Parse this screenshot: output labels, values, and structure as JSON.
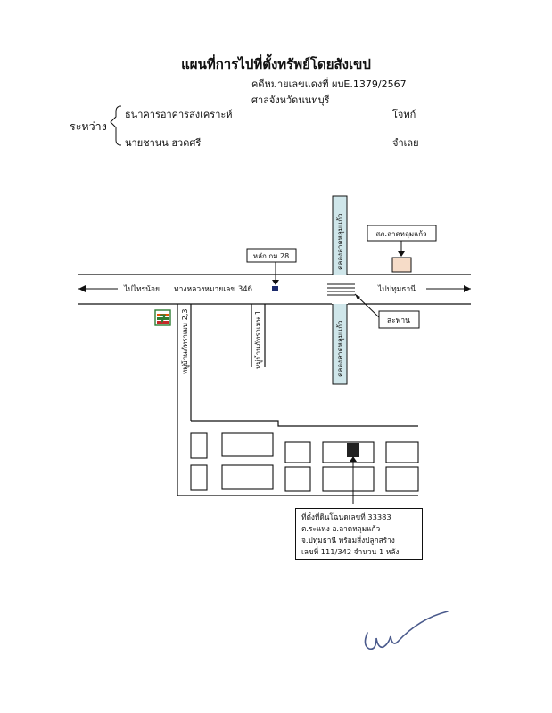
{
  "document": {
    "title": "แผนที่การไปที่ตั้งทรัพย์โดยสังเขป",
    "case_number": "คดีหมายเลขแดงที่ ผบE.1379/2567",
    "court": "ศาลจังหวัดนนทบุรี",
    "between_label": "ระหว่าง",
    "plaintiff": {
      "name": "ธนาคารอาคารสงเคราะห์",
      "role": "โจทก์"
    },
    "defendant": {
      "name": "นายชานน ฮวดศรี",
      "role": "จำเลย"
    }
  },
  "map": {
    "main_road": "ทางหลวงหมายเลข 346",
    "to_west": "ไปไทรน้อย",
    "to_east": "ไปปทุมธานี",
    "canal_north": "คลองลาดหลุมแก้ว",
    "canal_south": "คลองลาดหลุมแก้ว",
    "km_marker": "หลัก กม.28",
    "district_office": "สภ.ลาดหลุมแก้ว",
    "bridge": "สะพาน",
    "soi_2_3": "หมู่บ้านภัทราเมษ 2,3",
    "soi_1": "หมู่บ้านภัทราเมษ 1",
    "store_icon": "seven-eleven-logo",
    "property": {
      "lines": [
        "ที่ตั้งที่ดินโฉนดเลขที่ 33383",
        "ต.ระแหง อ.ลาดหลุมแก้ว",
        "จ.ปทุมธานี พร้อมสิ่งปลูกสร้าง",
        "เลขที่ 111/342 จำนวน 1 หลัง"
      ]
    },
    "colors": {
      "canal": "#cfe6ea",
      "district_office": "#f6dcc8",
      "property": "#222222",
      "km_marker": "#1b2a6b"
    }
  },
  "signature": {
    "kind": "handwritten-signature"
  }
}
